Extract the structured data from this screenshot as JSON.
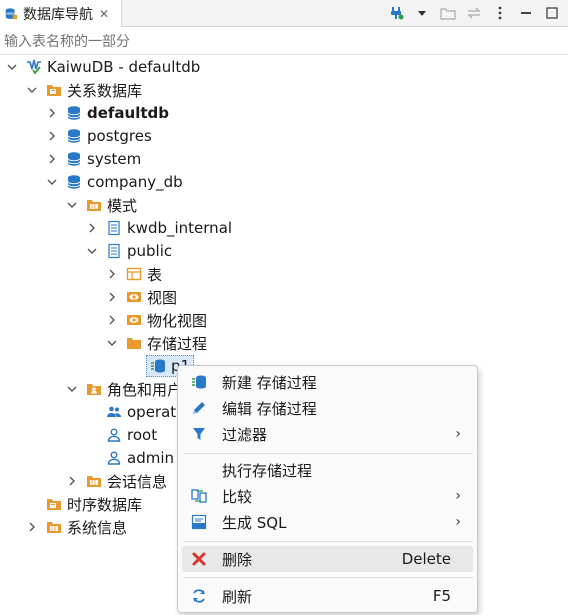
{
  "tab": {
    "title": "数据库导航",
    "close": "✕"
  },
  "filter": {
    "placeholder": "输入表名称的一部分"
  },
  "tree": {
    "root": "KaiwuDB - defaultdb",
    "relational": "关系数据库",
    "db_defaultdb": "defaultdb",
    "db_postgres": "postgres",
    "db_system": "system",
    "db_company": "company_db",
    "schemas": "模式",
    "schema_kwdb": "kwdb_internal",
    "schema_public": "public",
    "tables": "表",
    "views": "视图",
    "mviews": "物化视图",
    "procedures": "存储过程",
    "proc_p1": "p1",
    "roles": "角色和用户",
    "role_operator": "operato",
    "role_root": "root",
    "role_admin": "admin",
    "sessions": "会话信息",
    "timeseries": "时序数据库",
    "sysinfo": "系统信息"
  },
  "menu": {
    "new_proc": "新建 存储过程",
    "edit_proc": "编辑 存储过程",
    "filter": "过滤器",
    "exec_proc": "执行存储过程",
    "compare": "比较",
    "gen_sql": "生成 SQL",
    "delete": "删除",
    "delete_shortcut": "Delete",
    "refresh": "刷新",
    "refresh_shortcut": "F5",
    "submenu_arrow": "›"
  },
  "colors": {
    "accent": "#2a78c8",
    "folder": "#e89a2c",
    "delete": "#d8342c",
    "green": "#2f9e44"
  }
}
